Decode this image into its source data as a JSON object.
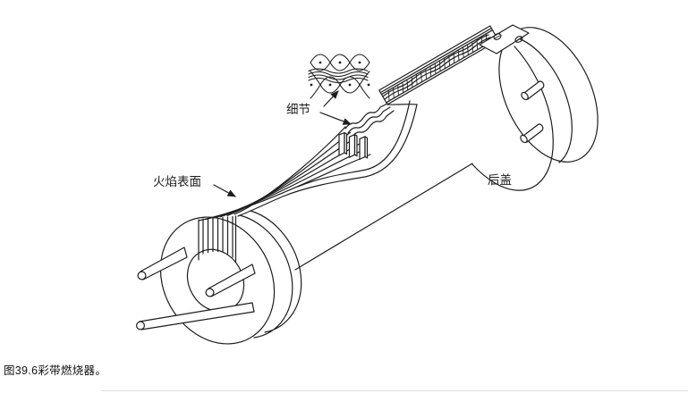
{
  "figure": {
    "caption": "图39.6彩带燃烧器。",
    "labels": {
      "detail": "细节",
      "flame_surface": "火焰表面",
      "back_cover": "后盖"
    }
  },
  "colors": {
    "line": "#1d1d1d",
    "background": "#ffffff",
    "divider": "#dcdcdc"
  }
}
